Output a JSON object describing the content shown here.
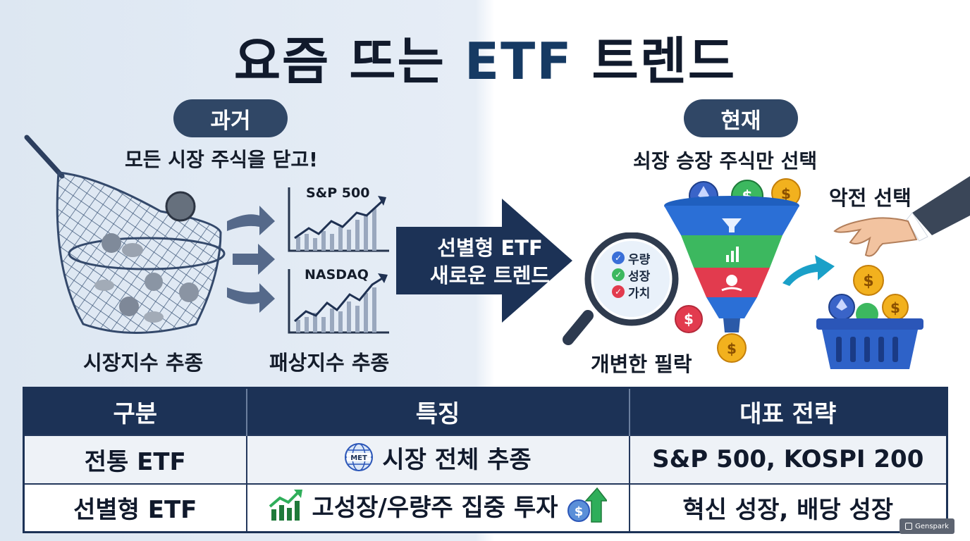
{
  "header": {
    "title_main": "요즘 뜨는 ",
    "title_etf": "ETF",
    "title_end": " 트렌드"
  },
  "past": {
    "pill": "과거",
    "subtitle": "모든 시장 주식을 닫고!",
    "label_left": "시장지수 추종",
    "label_right": "패상지수 추종",
    "chart1_label": "S&P 500",
    "chart2_label": "NASDAQ"
  },
  "center": {
    "line1": "선별형 ETF",
    "line2": "새로운 트렌드"
  },
  "present": {
    "pill": "현재",
    "subtitle": "쇠장 승장 주식만 선택",
    "criteria": [
      "우량",
      "성장",
      "가치"
    ],
    "filter_label": "개변한 필락",
    "pick_label": "악전 선택"
  },
  "table": {
    "headers": [
      "구분",
      "특징",
      "대표 전략"
    ],
    "rows": [
      {
        "type": "전통 ETF",
        "feature": "시장 전체 추종",
        "feature_icon_text": "MET",
        "strategy": "S&P 500, KOSPI 200"
      },
      {
        "type": "선별형 ETF",
        "feature": "고성장/우량주 집중 투자",
        "strategy": "혁신 성장, 배당 성장"
      }
    ]
  },
  "watermark": "Genspark",
  "colors": {
    "navy": "#1c3256",
    "pill": "#304766",
    "funnel_blue": "#2b6fd6",
    "funnel_green": "#3cb85f",
    "funnel_red": "#e23b4e",
    "coin_gold": "#f2b11e"
  },
  "icons": [
    "net-icon",
    "arrow-right-icon",
    "chart-icon",
    "funnel-icon",
    "magnifier-icon",
    "check-icon",
    "coin-icon",
    "hand-icon",
    "basket-icon",
    "globe-icon",
    "growth-chart-icon",
    "dollar-up-icon"
  ]
}
